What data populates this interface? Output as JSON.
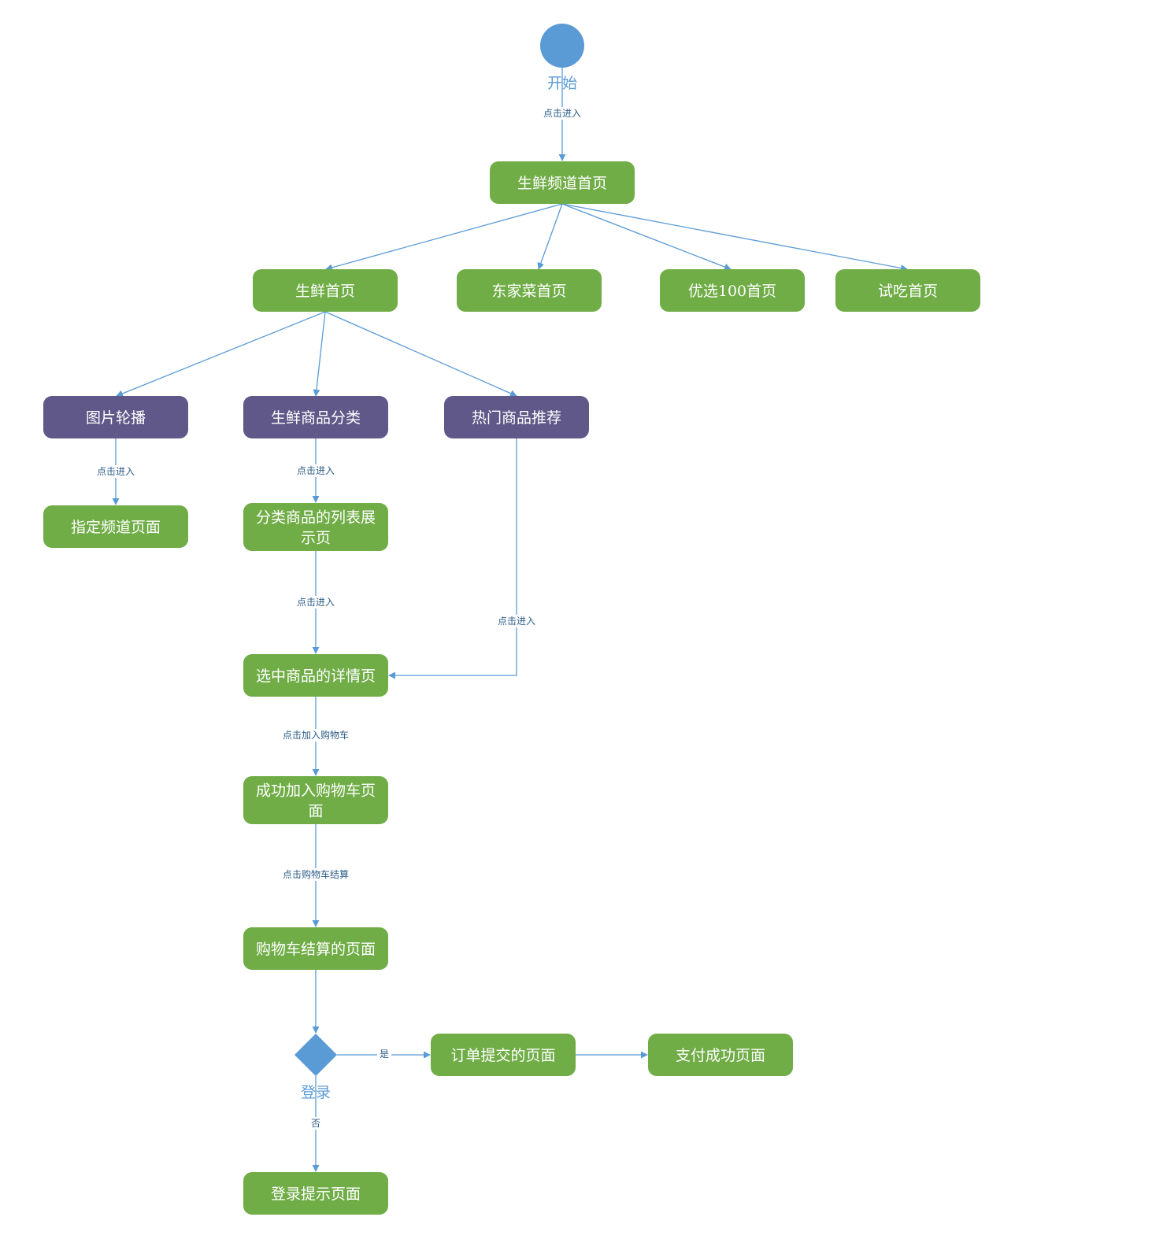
{
  "colors": {
    "green": "#70ad47",
    "purple": "#5f5888",
    "blue": "#5b9bd5",
    "edge": "#5b9bd5",
    "edge_label": "#2e5e8a"
  },
  "start": {
    "label": "开始"
  },
  "decision": {
    "label": "登录"
  },
  "nodes": {
    "fresh_channel_home": {
      "lines": [
        "生鲜频道首页"
      ],
      "color": "green"
    },
    "fresh_home": {
      "lines": [
        "生鲜首页"
      ],
      "color": "green"
    },
    "dongjia_home": {
      "lines": [
        "东家菜首页"
      ],
      "color": "green"
    },
    "youxuan_home": {
      "lines": [
        "优选100首页"
      ],
      "color": "green"
    },
    "trial_home": {
      "lines": [
        "试吃首页"
      ],
      "color": "green"
    },
    "carousel": {
      "lines": [
        "图片轮播"
      ],
      "color": "purple"
    },
    "fresh_category": {
      "lines": [
        "生鲜商品分类"
      ],
      "color": "purple"
    },
    "hot_recommend": {
      "lines": [
        "热门商品推荐"
      ],
      "color": "purple"
    },
    "channel_page": {
      "lines": [
        "指定频道页面"
      ],
      "color": "green"
    },
    "category_list": {
      "lines": [
        "分类商品的列表展",
        "示页"
      ],
      "color": "green"
    },
    "product_detail": {
      "lines": [
        "选中商品的详情页"
      ],
      "color": "green"
    },
    "added_to_cart": {
      "lines": [
        "成功加入购物车页",
        "面"
      ],
      "color": "green"
    },
    "cart_checkout": {
      "lines": [
        "购物车结算的页面"
      ],
      "color": "green"
    },
    "order_submit": {
      "lines": [
        "订单提交的页面"
      ],
      "color": "green"
    },
    "pay_success": {
      "lines": [
        "支付成功页面"
      ],
      "color": "green"
    },
    "login_prompt": {
      "lines": [
        "登录提示页面"
      ],
      "color": "green"
    }
  },
  "edge_labels": {
    "start_to_channel": "点击进入",
    "carousel_to_channel": "点击进入",
    "category_to_list": "点击进入",
    "list_to_detail": "点击进入",
    "hot_to_detail": "点击进入",
    "detail_to_added": "点击加入购物车",
    "added_to_checkout": "点击购物车结算",
    "decision_yes": "是",
    "decision_no": "否"
  }
}
